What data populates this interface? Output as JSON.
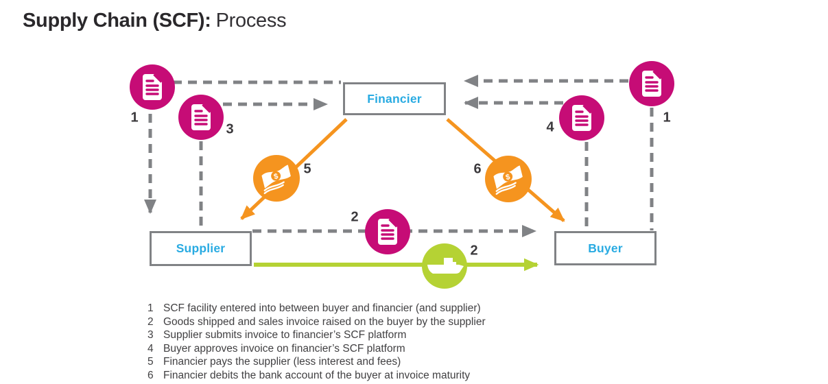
{
  "title": {
    "main": "Supply Chain (SCF):",
    "sub": "Process"
  },
  "nodes": {
    "financier": "Financier",
    "supplier": "Supplier",
    "buyer": "Buyer"
  },
  "markers": {
    "left_1": "1",
    "left_3": "3",
    "pay_5": "5",
    "invoice_2": "2",
    "ship_2": "2",
    "debit_6": "6",
    "right_4": "4",
    "right_1": "1"
  },
  "icons": {
    "document": "document-icon",
    "money": "banknote-icon",
    "ship": "cargo-ship-icon",
    "money_symbol": "$"
  },
  "colors": {
    "magenta": "#c60c76",
    "orange": "#f5941f",
    "green": "#b5d234",
    "gray": "#808285",
    "cyan": "#29abe2",
    "title_text": "#2a282b",
    "legend_text": "#414042"
  },
  "legend": {
    "items": [
      {
        "num": "1",
        "text": "SCF facility entered into between buyer and financier (and supplier)"
      },
      {
        "num": "2",
        "text": "Goods shipped and sales invoice raised on the buyer by the supplier"
      },
      {
        "num": "3",
        "text": "Supplier submits invoice to financier’s SCF platform"
      },
      {
        "num": "4",
        "text": "Buyer approves invoice on financier’s SCF platform"
      },
      {
        "num": "5",
        "text": "Financier pays the supplier (less interest and fees)"
      },
      {
        "num": "6",
        "text": "Financier debits the bank account of the buyer at invoice maturity"
      }
    ]
  }
}
